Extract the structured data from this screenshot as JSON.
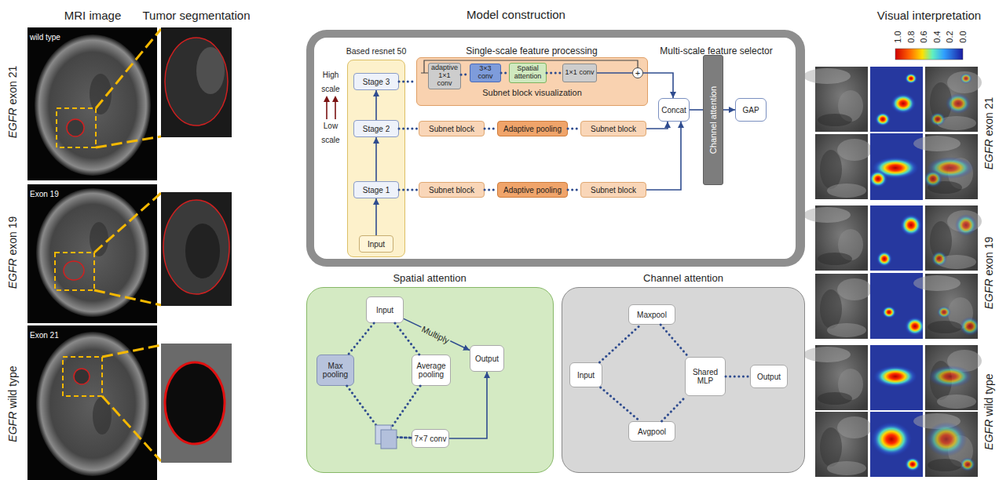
{
  "diagram": {
    "nodes": [
      {
        "text": [
          "Model construction"
        ]
      },
      {
        "text": [
          "Based resnet 50"
        ],
        "in": 0
      },
      {
        "text": [
          "Stage 3"
        ],
        "in": 1
      },
      {
        "text": [
          "Stage 2"
        ],
        "in": 1
      },
      {
        "text": [
          "Stage 1"
        ],
        "in": 1
      },
      {
        "text": [
          "Input"
        ],
        "in": 1
      },
      {
        "text": [
          "Subnet block visualization"
        ],
        "in": 0
      },
      {
        "text": [
          "adaptive 1×1 conv"
        ],
        "in": 6
      },
      {
        "text": [
          "3×3 conv"
        ],
        "in": 6
      },
      {
        "text": [
          "Spatial attention"
        ],
        "in": 6
      },
      {
        "text": [
          "1×1 conv"
        ],
        "in": 6
      },
      {
        "text": [
          "+"
        ],
        "in": 6
      },
      {
        "text": [
          "Subnet block"
        ],
        "in": 0
      },
      {
        "text": [
          "Adaptive pooling"
        ],
        "in": 0
      },
      {
        "text": [
          "Subnet block"
        ],
        "in": 0
      },
      {
        "text": [
          "Subnet block"
        ],
        "in": 0
      },
      {
        "text": [
          "Adaptive pooling"
        ],
        "in": 0
      },
      {
        "text": [
          "Subnet block"
        ],
        "in": 0
      },
      {
        "text": [
          "Concat"
        ],
        "in": 0
      },
      {
        "text": [
          "Channel attention"
        ],
        "in": 0
      },
      {
        "text": [
          "GAP"
        ],
        "in": 0
      },
      {
        "text": [
          "Spatial attention"
        ]
      },
      {
        "text": [
          "Input"
        ],
        "in": 21
      },
      {
        "text": [
          "Max pooling"
        ],
        "in": 21
      },
      {
        "text": [
          "Average pooling"
        ],
        "in": 21
      },
      {
        "text": [
          "7×7 conv"
        ],
        "in": 21
      },
      {
        "text": [
          "Output"
        ],
        "in": 21
      },
      {
        "text": [
          "Channel attention"
        ]
      },
      {
        "text": [
          "Input"
        ],
        "in": 27
      },
      {
        "text": [
          "Maxpool"
        ],
        "in": 27
      },
      {
        "text": [
          "Avgpool"
        ],
        "in": 27
      },
      {
        "text": [
          "Shared MLP"
        ],
        "in": 27
      },
      {
        "text": [
          "Output"
        ],
        "in": 27
      }
    ],
    "edges": [
      {
        "from": 5,
        "to": 4,
        "arrow": "to"
      },
      {
        "from": 4,
        "to": 3,
        "arrow": "to"
      },
      {
        "from": 3,
        "to": 2,
        "arrow": "to"
      },
      {
        "from": 2,
        "to": 6,
        "arrow": "none"
      },
      {
        "from": 3,
        "to": 12,
        "arrow": "none"
      },
      {
        "from": 12,
        "to": 13,
        "arrow": "none"
      },
      {
        "from": 13,
        "to": 14,
        "arrow": "none"
      },
      {
        "from": 14,
        "to": 18,
        "arrow": "to"
      },
      {
        "from": 4,
        "to": 15,
        "arrow": "none"
      },
      {
        "from": 15,
        "to": 16,
        "arrow": "none"
      },
      {
        "from": 16,
        "to": 17,
        "arrow": "none"
      },
      {
        "from": 17,
        "to": 18,
        "arrow": "to"
      },
      {
        "from": 7,
        "to": 8,
        "arrow": "none"
      },
      {
        "from": 8,
        "to": 9,
        "arrow": "none"
      },
      {
        "from": 9,
        "to": 10,
        "arrow": "none"
      },
      {
        "from": 10,
        "to": 11,
        "arrow": "none"
      },
      {
        "from": 11,
        "to": 18,
        "arrow": "to"
      },
      {
        "from": 18,
        "to": 19,
        "arrow": "none"
      },
      {
        "from": 19,
        "to": 20,
        "arrow": "to"
      },
      {
        "from": 22,
        "to": 23,
        "arrow": "none"
      },
      {
        "from": 22,
        "to": 24,
        "arrow": "none"
      },
      {
        "from": 23,
        "to": 25,
        "arrow": "none"
      },
      {
        "from": 24,
        "to": 25,
        "arrow": "none"
      },
      {
        "from": 25,
        "to": 26,
        "arrow": "to"
      },
      {
        "from": 22,
        "to": 26,
        "label": "Multiply",
        "arrow": "to"
      },
      {
        "from": 28,
        "to": 29,
        "arrow": "none"
      },
      {
        "from": 28,
        "to": 30,
        "arrow": "none"
      },
      {
        "from": 29,
        "to": 31,
        "arrow": "none"
      },
      {
        "from": 30,
        "to": 31,
        "arrow": "none"
      },
      {
        "from": 31,
        "to": 32,
        "arrow": "none"
      }
    ],
    "labels": [
      "MRI image",
      "Tumor segmentation",
      "EGFR exon 21",
      "wild type",
      "EGFR exon 19",
      "Exon 19",
      "EGFR wild type",
      "Exon 21",
      "High scale",
      "Low scale",
      "Single-scale feature processing",
      "Multi-scale feature selector",
      "Visual interpretation",
      "1.0",
      "0.8",
      "0.6",
      "0.4",
      "0.2",
      "0.0",
      "EGFR exon 21",
      "EGFR exon 19",
      "EGFR wild type"
    ]
  }
}
